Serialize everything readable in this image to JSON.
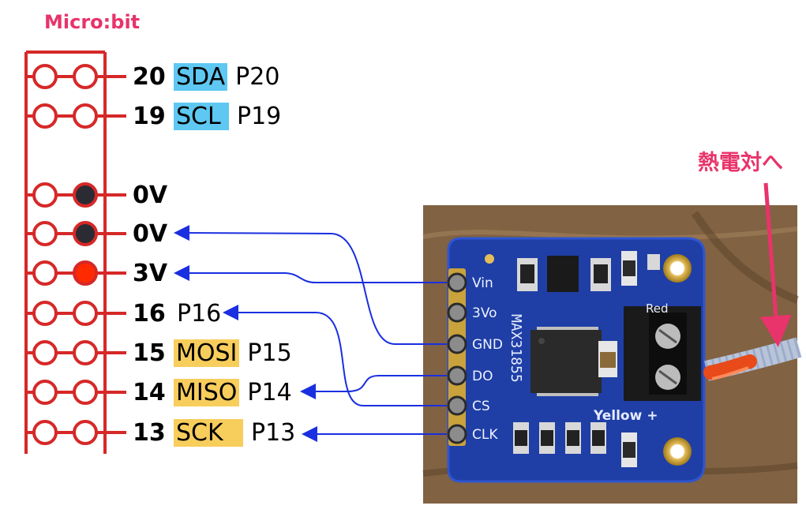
{
  "board": {
    "title": "Micro:bit",
    "edge_color": "#d62828",
    "pins": [
      {
        "num": "20",
        "func": "SDA",
        "func_color": "#5ec8f2",
        "alt": "P20"
      },
      {
        "num": "19",
        "func": "SCL",
        "func_color": "#5ec8f2",
        "alt": "P19"
      },
      {
        "num": "0V",
        "func": "",
        "func_color": "",
        "alt": ""
      },
      {
        "num": "0V",
        "func": "",
        "func_color": "",
        "alt": ""
      },
      {
        "num": "3V",
        "func": "",
        "func_color": "",
        "alt": ""
      },
      {
        "num": "16",
        "func": "",
        "func_color": "",
        "alt": "P16"
      },
      {
        "num": "15",
        "func": "MOSI",
        "func_color": "#f7cd5c",
        "alt": "P15"
      },
      {
        "num": "14",
        "func": "MISO",
        "func_color": "#f7cd5c",
        "alt": "P14"
      },
      {
        "num": "13",
        "func": "SCK",
        "func_color": "#f7cd5c",
        "alt": "P13"
      }
    ]
  },
  "module": {
    "chip_label": "MAX31855",
    "pins": [
      "Vin",
      "3Vo",
      "GND",
      "DO",
      "CS",
      "CLK"
    ],
    "terminal_labels": {
      "red": "Red",
      "yellow": "Yellow +"
    },
    "pcb_color": "#1f3fa6"
  },
  "callout": {
    "label": "熱電対へ",
    "color": "#e8336b"
  },
  "wire_color": "#1a2fe0"
}
